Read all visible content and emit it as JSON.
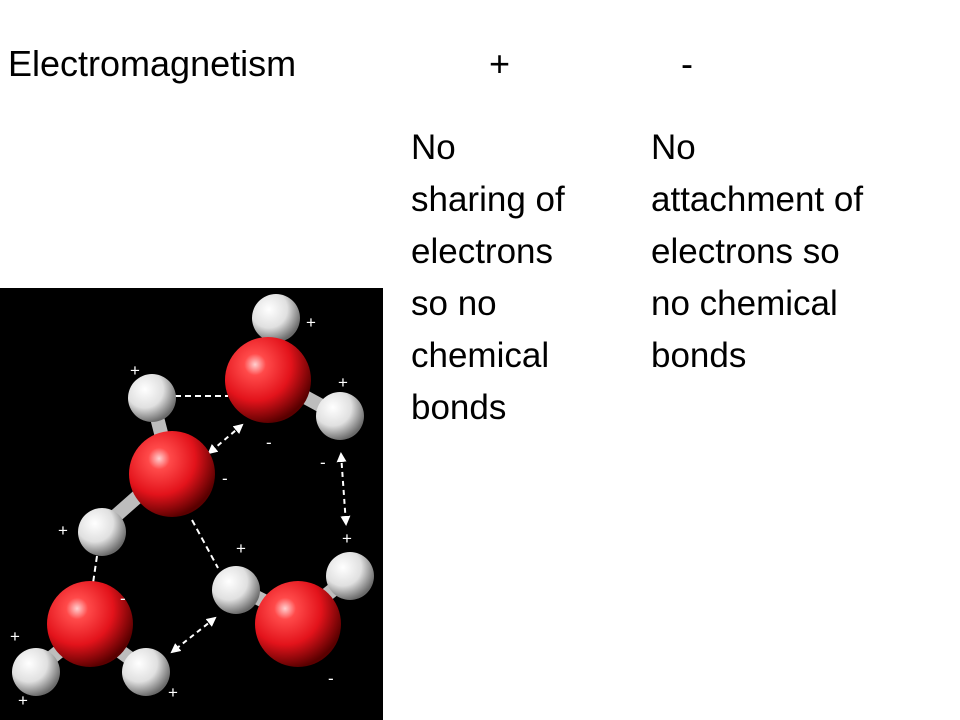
{
  "slide": {
    "title": "Electromagnetism",
    "plus_heading": "+",
    "minus_heading": "-"
  },
  "columns": {
    "plus_text": "No\nsharing of\nelectrons\nso no\nchemical\nbonds",
    "minus_text": "No\nattachment of\nelectrons so\nno chemical\nbonds"
  },
  "image": {
    "charges": [
      "+",
      "+",
      "+",
      "+",
      "-",
      "-",
      "+",
      "+",
      "+",
      "-",
      "+",
      "+",
      "-",
      "-"
    ]
  },
  "colors": {
    "oxygen": "#e3131b",
    "hydrogen": "#e8e8e8",
    "background": "#000000"
  }
}
